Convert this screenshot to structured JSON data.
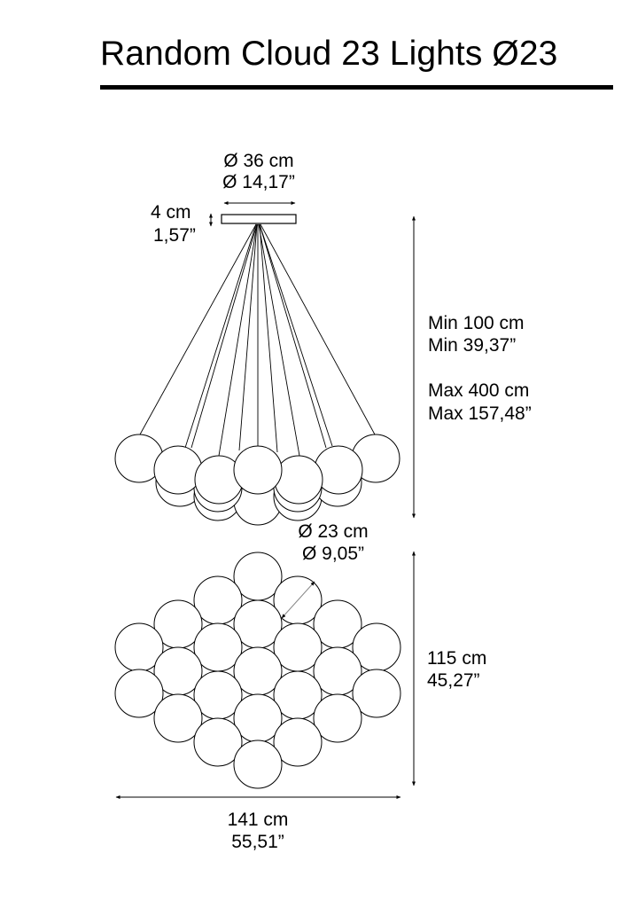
{
  "title": "Random Cloud 23 Lights Ø23",
  "dimensions": {
    "canopy_diameter_cm": "Ø 36 cm",
    "canopy_diameter_in": "Ø 14,17”",
    "canopy_height_cm": "4 cm",
    "canopy_height_in": "1,57”",
    "drop_min_cm": "Min 100 cm",
    "drop_min_in": "Min 39,37”",
    "drop_max_cm": "Max 400 cm",
    "drop_max_in": "Max 157,48”",
    "sphere_diameter_cm": "Ø 23 cm",
    "sphere_diameter_in": "Ø 9,05”",
    "cluster_depth_cm": "115 cm",
    "cluster_depth_in": "45,27”",
    "cluster_width_cm": "141 cm",
    "cluster_width_in": "55,51”"
  },
  "colors": {
    "line": "#000000",
    "background": "#ffffff",
    "leader": "#888888"
  }
}
